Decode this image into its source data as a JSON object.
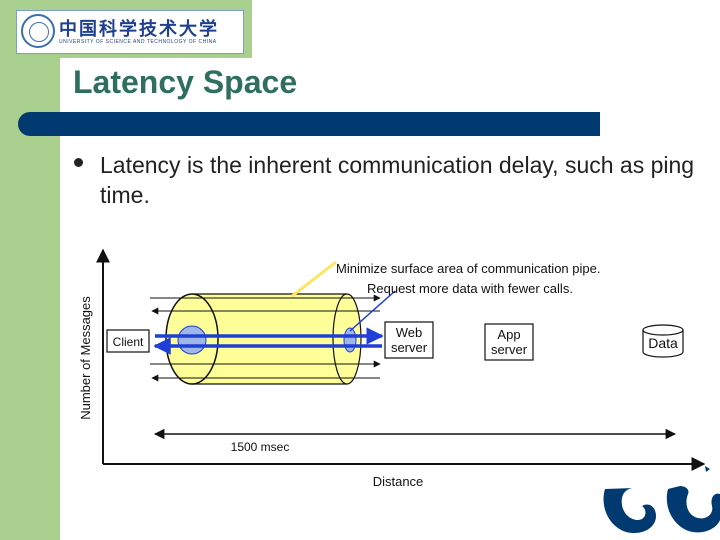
{
  "slide": {
    "title": "Latency Space",
    "bullets": [
      "Latency is the inherent communication delay, such as ping time."
    ]
  },
  "logo": {
    "name_cn": "中国科学技术大学",
    "name_en": "UNIVERSITY OF SCIENCE AND TECHNOLOGY OF CHINA"
  },
  "diagram": {
    "y_axis_label": "Number of Messages",
    "x_axis_label": "Distance",
    "span_label": "1500 msec",
    "callout_1": "Minimize surface area of communication pipe.",
    "callout_2": "Request more data with fewer calls.",
    "boxes": {
      "client": "Client",
      "web_line1": "Web",
      "web_line2": "server",
      "app_line1": "App",
      "app_line2": "server",
      "data": "Data"
    }
  },
  "colors": {
    "accent_bar": "#003a70",
    "side_band": "#a9d08e",
    "title_text": "#2f6f5f",
    "pipe_fill": "#ffff99",
    "arrow_blue": "#1f3fd6",
    "callout_yellow": "#ffe45c"
  }
}
